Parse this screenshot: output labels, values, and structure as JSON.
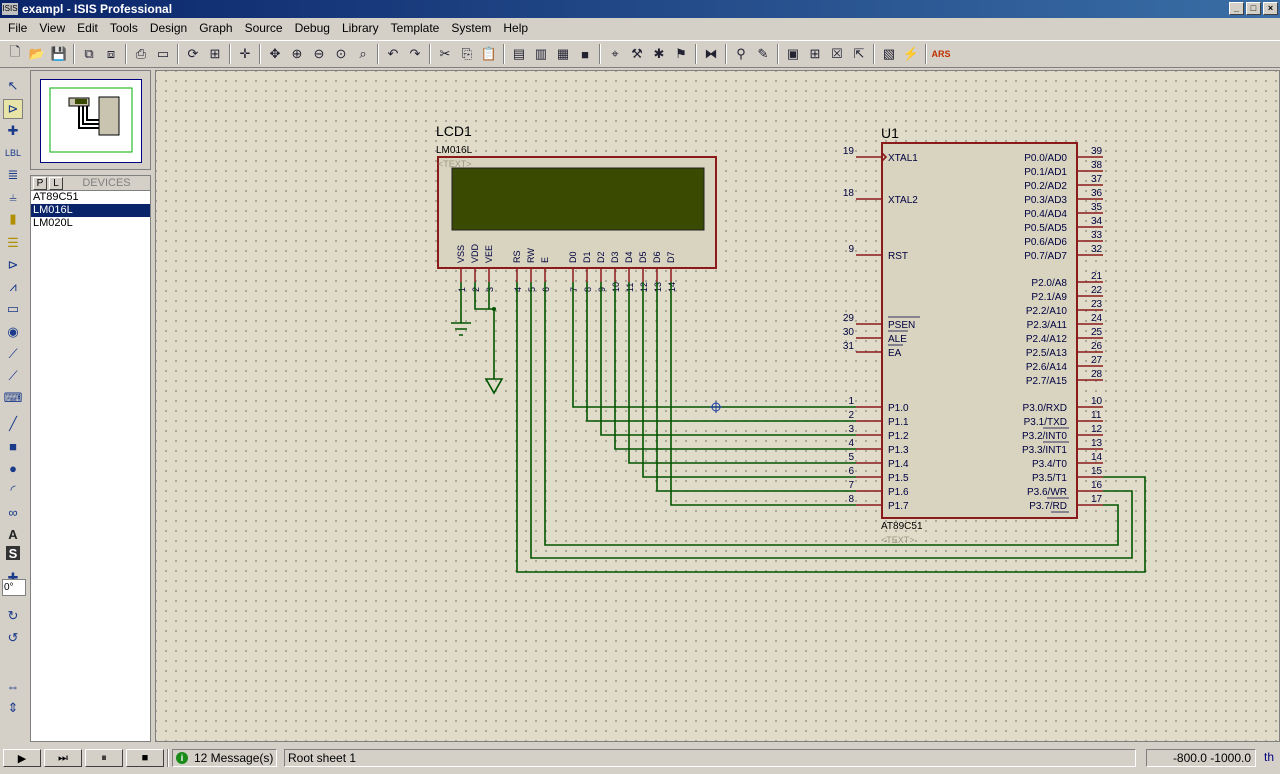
{
  "window": {
    "title": "exampl - ISIS Professional",
    "app_icon_label": "ISIS"
  },
  "window_buttons": [
    "_",
    "□",
    "×"
  ],
  "menu": [
    "File",
    "View",
    "Edit",
    "Tools",
    "Design",
    "Graph",
    "Source",
    "Debug",
    "Library",
    "Template",
    "System",
    "Help"
  ],
  "device_selector": {
    "pick_label": "P",
    "lib_label": "L",
    "title": "DEVICES",
    "devices": [
      "AT89C51",
      "LM016L",
      "LM020L"
    ],
    "selected_index": 1
  },
  "rotation": {
    "value": "0°"
  },
  "schematic": {
    "lcd": {
      "ref": "LCD1",
      "type": "LM016L",
      "text_placeholder": "<TEXT>",
      "pins": [
        {
          "name": "VSS",
          "num": "1"
        },
        {
          "name": "VDD",
          "num": "2"
        },
        {
          "name": "VEE",
          "num": "3"
        },
        {
          "name": "RS",
          "num": "4"
        },
        {
          "name": "RW",
          "num": "5"
        },
        {
          "name": "E",
          "num": "6"
        },
        {
          "name": "D0",
          "num": "7"
        },
        {
          "name": "D1",
          "num": "8"
        },
        {
          "name": "D2",
          "num": "9"
        },
        {
          "name": "D3",
          "num": "10"
        },
        {
          "name": "D4",
          "num": "11"
        },
        {
          "name": "D5",
          "num": "12"
        },
        {
          "name": "D6",
          "num": "13"
        },
        {
          "name": "D7",
          "num": "14"
        }
      ]
    },
    "mcu": {
      "ref": "U1",
      "type": "AT89C51",
      "text_placeholder": "<TEXT>",
      "left_pins": [
        {
          "name": "XTAL1",
          "num": "19"
        },
        {
          "name": "XTAL2",
          "num": "18"
        },
        {
          "name": "RST",
          "num": "9"
        },
        {
          "name": "PSEN",
          "num": "29"
        },
        {
          "name": "ALE",
          "num": "30"
        },
        {
          "name": "EA",
          "num": "31"
        },
        {
          "name": "P1.0",
          "num": "1"
        },
        {
          "name": "P1.1",
          "num": "2"
        },
        {
          "name": "P1.2",
          "num": "3"
        },
        {
          "name": "P1.3",
          "num": "4"
        },
        {
          "name": "P1.4",
          "num": "5"
        },
        {
          "name": "P1.5",
          "num": "6"
        },
        {
          "name": "P1.6",
          "num": "7"
        },
        {
          "name": "P1.7",
          "num": "8"
        }
      ],
      "right_pins": [
        {
          "name": "P0.0/AD0",
          "num": "39"
        },
        {
          "name": "P0.1/AD1",
          "num": "38"
        },
        {
          "name": "P0.2/AD2",
          "num": "37"
        },
        {
          "name": "P0.3/AD3",
          "num": "36"
        },
        {
          "name": "P0.4/AD4",
          "num": "35"
        },
        {
          "name": "P0.5/AD5",
          "num": "34"
        },
        {
          "name": "P0.6/AD6",
          "num": "33"
        },
        {
          "name": "P0.7/AD7",
          "num": "32"
        },
        {
          "name": "P2.0/A8",
          "num": "21"
        },
        {
          "name": "P2.1/A9",
          "num": "22"
        },
        {
          "name": "P2.2/A10",
          "num": "23"
        },
        {
          "name": "P2.3/A11",
          "num": "24"
        },
        {
          "name": "P2.4/A12",
          "num": "25"
        },
        {
          "name": "P2.5/A13",
          "num": "26"
        },
        {
          "name": "P2.6/A14",
          "num": "27"
        },
        {
          "name": "P2.7/A15",
          "num": "28"
        },
        {
          "name": "P3.0/RXD",
          "num": "10"
        },
        {
          "name": "P3.1/TXD",
          "num": "11"
        },
        {
          "name": "P3.2/INT0",
          "num": "12"
        },
        {
          "name": "P3.3/INT1",
          "num": "13"
        },
        {
          "name": "P3.4/T0",
          "num": "14"
        },
        {
          "name": "P3.5/T1",
          "num": "15"
        },
        {
          "name": "P3.6/WR",
          "num": "16"
        },
        {
          "name": "P3.7/RD",
          "num": "17"
        }
      ]
    }
  },
  "status": {
    "messages": "12 Message(s)",
    "sheet": "Root sheet 1",
    "coords": "-800.0   -1000.0",
    "unit": "th",
    "message_icon_glyph": "i"
  },
  "sim_controls": [
    "▶",
    "⏭",
    "⏸",
    "■"
  ],
  "colors": {
    "wire": "#005500",
    "component": "#8b1a1a",
    "component_fill": "#d8d4c0",
    "lcd_screen": "#3a4a00",
    "pin_text": "#000040",
    "canvas": "#e0dcc9"
  }
}
